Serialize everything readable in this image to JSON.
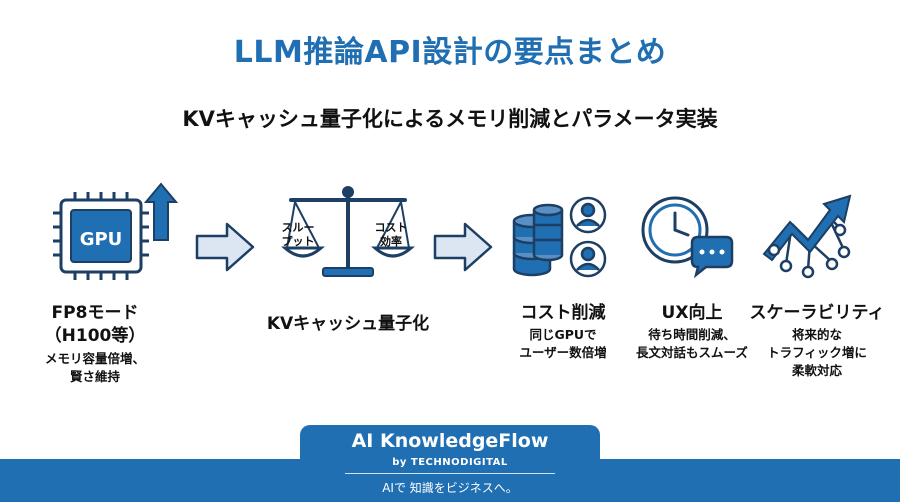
{
  "title": "LLM推論API設計の要点まとめ",
  "subtitle": "KVキャッシュ量子化によるメモリ削減とパラメータ実装",
  "steps": {
    "fp8": {
      "chip_label": "GPU",
      "title_line1": "FP8モード",
      "title_line2": "（H100等）",
      "desc_line1": "メモリ容量倍増、",
      "desc_line2": "賢さ維持"
    },
    "kv": {
      "scale_left_line1": "スルー",
      "scale_left_line2": "プット",
      "scale_right_line1": "コスト",
      "scale_right_line2": "効率",
      "title": "KVキャッシュ量子化"
    }
  },
  "benefits": [
    {
      "title": "コスト削減",
      "desc_line1": "同じGPUで",
      "desc_line2": "ユーザー数倍増",
      "desc_line3": ""
    },
    {
      "title": "UX向上",
      "desc_line1": "待ち時間削減、",
      "desc_line2": "長文対話もスムーズ",
      "desc_line3": ""
    },
    {
      "title": "スケーラビリティ",
      "desc_line1": "将来的な",
      "desc_line2": "トラフィック増に",
      "desc_line3": "柔軟対応"
    }
  ],
  "footer": {
    "brand": "AI KnowledgeFlow",
    "by": "by TECHNODIGITAL",
    "tagline": "AIで 知識をビジネスへ。"
  },
  "colors": {
    "primary": "#1f6fb2",
    "dark": "#1d3f63",
    "light": "#dbe6f2"
  }
}
